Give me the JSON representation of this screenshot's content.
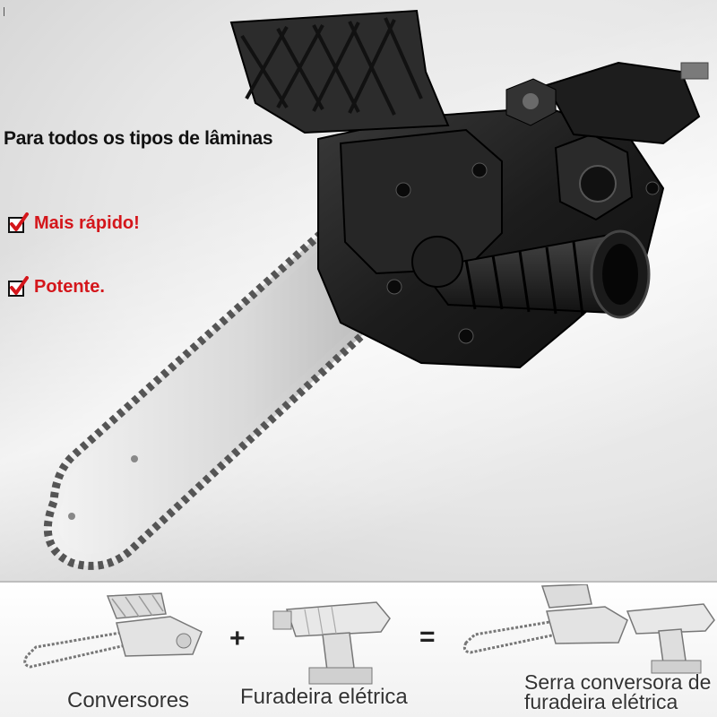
{
  "hero": {
    "headline": "Para todos os tipos de lâminas",
    "features": [
      {
        "label": "Mais rápido!",
        "icon": "checkbox-checked-icon"
      },
      {
        "label": "Potente.",
        "icon": "checkbox-checked-icon"
      }
    ]
  },
  "equation": {
    "items": [
      {
        "caption": "Conversores",
        "icon": "chainsaw-converter-icon"
      },
      {
        "caption": "Furadeira elétrica",
        "icon": "electric-drill-icon"
      }
    ],
    "result_caption_line1": "Serra conversora de",
    "result_caption_line2": "furadeira elétrica",
    "result_icon": "drill-chainsaw-icon",
    "plus": "+",
    "equals": "="
  },
  "colors": {
    "accent_red": "#d4161b",
    "product_black": "#1e1e1e"
  }
}
